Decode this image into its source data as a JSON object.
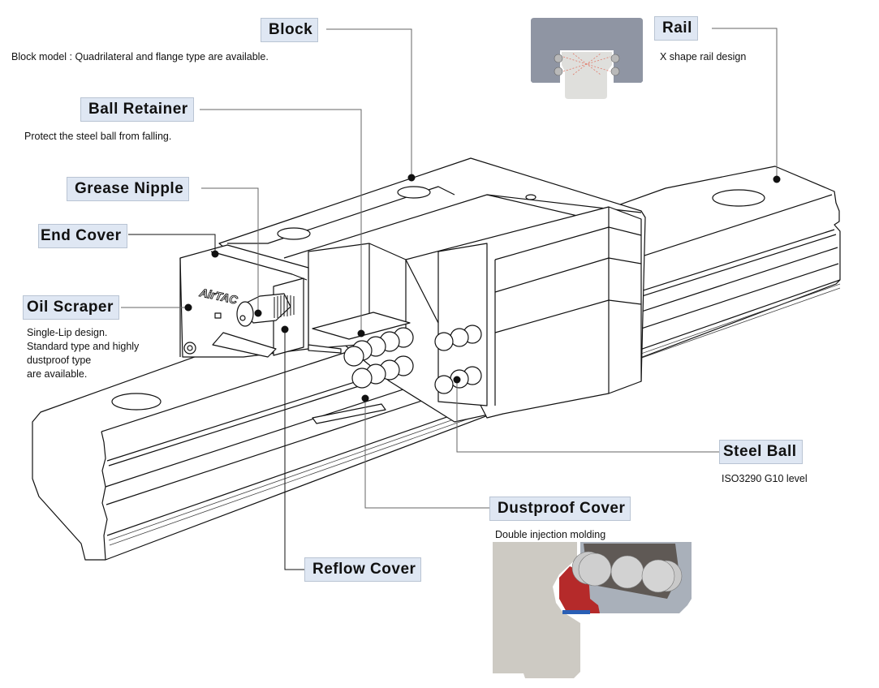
{
  "brand": "AirTAC",
  "callouts": {
    "block": {
      "title": "Block",
      "description": "Block model : Quadrilateral and flange type are available."
    },
    "ball_retainer": {
      "title": "Ball Retainer",
      "description": "Protect the steel ball from falling."
    },
    "grease_nipple": {
      "title": "Grease Nipple"
    },
    "end_cover": {
      "title": "End Cover"
    },
    "oil_scraper": {
      "title": "Oil Scraper",
      "description_lines": [
        "Single-Lip design.",
        "Standard type and highly",
        "dustproof type",
        "are available."
      ]
    },
    "rail": {
      "title": "Rail",
      "description": "X shape rail design"
    },
    "steel_ball": {
      "title": "Steel Ball",
      "description": "ISO3290 G10 level"
    },
    "dustproof_cover": {
      "title": "Dustproof Cover",
      "description": "Double injection molding"
    },
    "reflow_cover": {
      "title": "Reflow Cover"
    }
  },
  "colors": {
    "label_bg": "#dfe7f3",
    "label_border": "#b9c4d3",
    "leader_line": "#666666",
    "seal_red": "#b52a2a",
    "seal_blue": "#2a5fb5",
    "rail_section_gray": "#8f95a3",
    "cover_beige": "#cdcac3"
  }
}
